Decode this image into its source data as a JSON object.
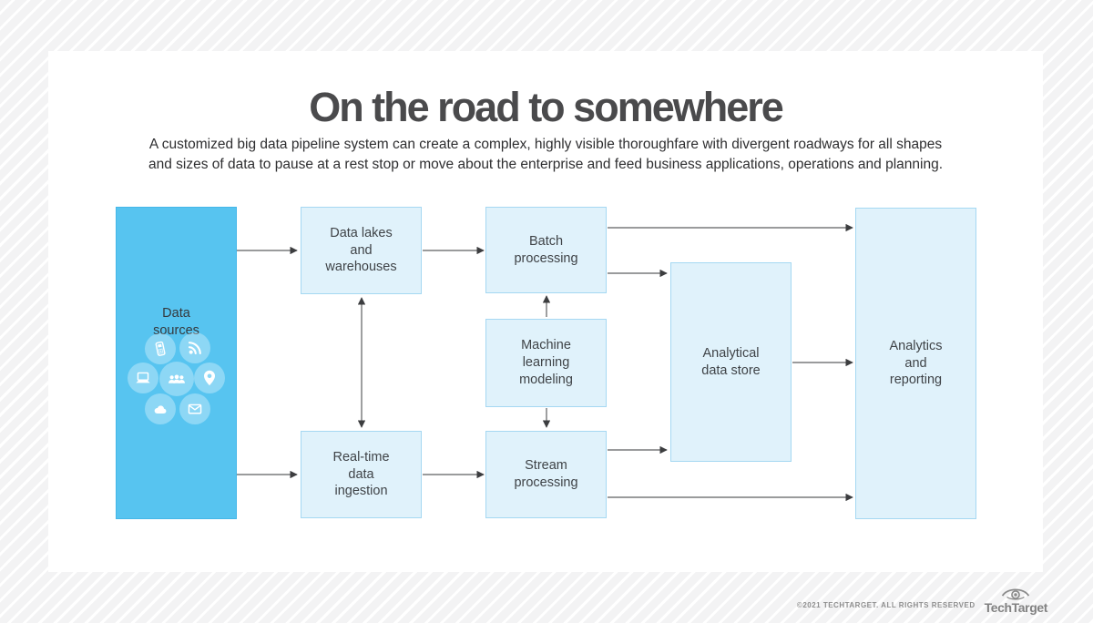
{
  "title": "On the road to somewhere",
  "subtitle": {
    "line1": "A customized big data pipeline system can create a complex, highly visible thoroughfare with divergent roadways for all shapes",
    "line2": "and sizes of data to pause at a rest stop or move about the enterprise and feed business applications, operations and planning."
  },
  "nodes": {
    "data_sources": {
      "label": "Data\nsources"
    },
    "data_lakes": {
      "label": "Data lakes\nand\nwarehouses"
    },
    "realtime_ingestion": {
      "label": "Real-time\ndata\ningestion"
    },
    "batch_processing": {
      "label": "Batch\nprocessing"
    },
    "ml_modeling": {
      "label": "Machine\nlearning\nmodeling"
    },
    "stream_processing": {
      "label": "Stream\nprocessing"
    },
    "analytical_store": {
      "label": "Analytical\ndata store"
    },
    "analytics_reporting": {
      "label": "Analytics\nand\nreporting"
    }
  },
  "data_source_icons": [
    "mobile-phone-icon",
    "rss-feed-icon",
    "laptop-icon",
    "users-icon",
    "location-pin-icon",
    "cloud-icon",
    "email-icon"
  ],
  "edges": [
    {
      "from": "data_sources",
      "to": "data_lakes"
    },
    {
      "from": "data_sources",
      "to": "realtime_ingestion"
    },
    {
      "from": "data_lakes",
      "to": "realtime_ingestion",
      "bidirectional": true
    },
    {
      "from": "data_lakes",
      "to": "batch_processing"
    },
    {
      "from": "realtime_ingestion",
      "to": "stream_processing"
    },
    {
      "from": "ml_modeling",
      "to": "batch_processing"
    },
    {
      "from": "ml_modeling",
      "to": "stream_processing"
    },
    {
      "from": "batch_processing",
      "to": "analytical_store"
    },
    {
      "from": "batch_processing",
      "to": "analytics_reporting"
    },
    {
      "from": "stream_processing",
      "to": "analytical_store"
    },
    {
      "from": "stream_processing",
      "to": "analytics_reporting"
    },
    {
      "from": "analytical_store",
      "to": "analytics_reporting"
    }
  ],
  "footer": {
    "copyright": "©2021 TECHTARGET. ALL RIGHTS RESERVED",
    "brand": "TechTarget"
  },
  "colors": {
    "background_stripe_base": "#F3F3F4",
    "background_stripe_line": "#FFFFFF",
    "card": "#FFFFFF",
    "source_box_fill": "#57C4F0",
    "source_box_border": "#45B7E8",
    "node_fill": "#E0F2FB",
    "node_border": "#A5D8F2",
    "arrow": "#5E5F61",
    "title_text": "#4A4A4C",
    "body_text": "#2E2E30",
    "node_text": "#3F4347",
    "footer_text": "#8F8F8F"
  }
}
